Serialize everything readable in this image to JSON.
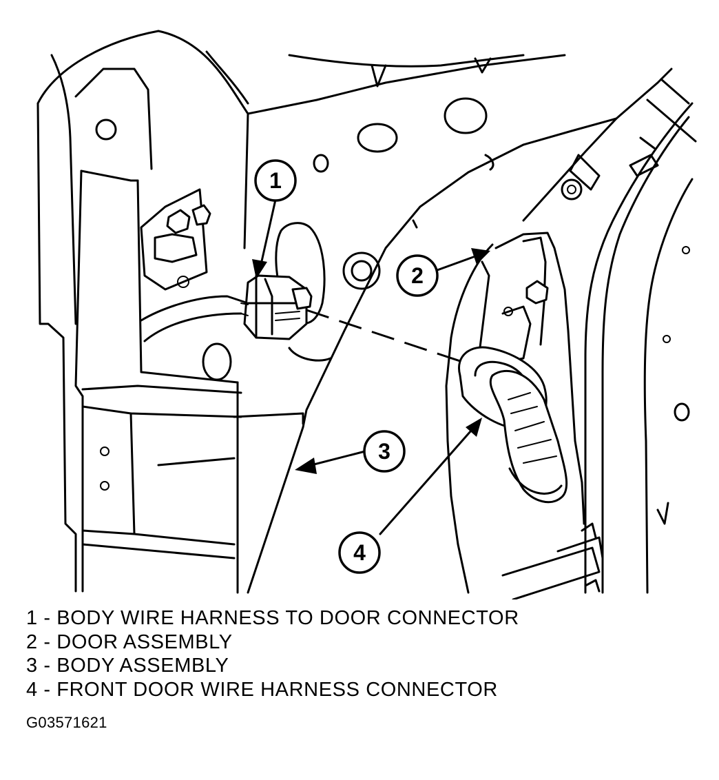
{
  "callouts": [
    {
      "number": "1",
      "label": "BODY WIRE HARNESS TO DOOR CONNECTOR"
    },
    {
      "number": "2",
      "label": "DOOR ASSEMBLY"
    },
    {
      "number": "3",
      "label": "BODY ASSEMBLY"
    },
    {
      "number": "4",
      "label": "FRONT DOOR WIRE HARNESS CONNECTOR"
    }
  ],
  "legend": [
    "1 - BODY WIRE HARNESS TO DOOR CONNECTOR",
    "2 - DOOR ASSEMBLY",
    "3 - BODY ASSEMBLY",
    "4 - FRONT DOOR WIRE HARNESS CONNECTOR"
  ],
  "figure_id": "G03571621"
}
